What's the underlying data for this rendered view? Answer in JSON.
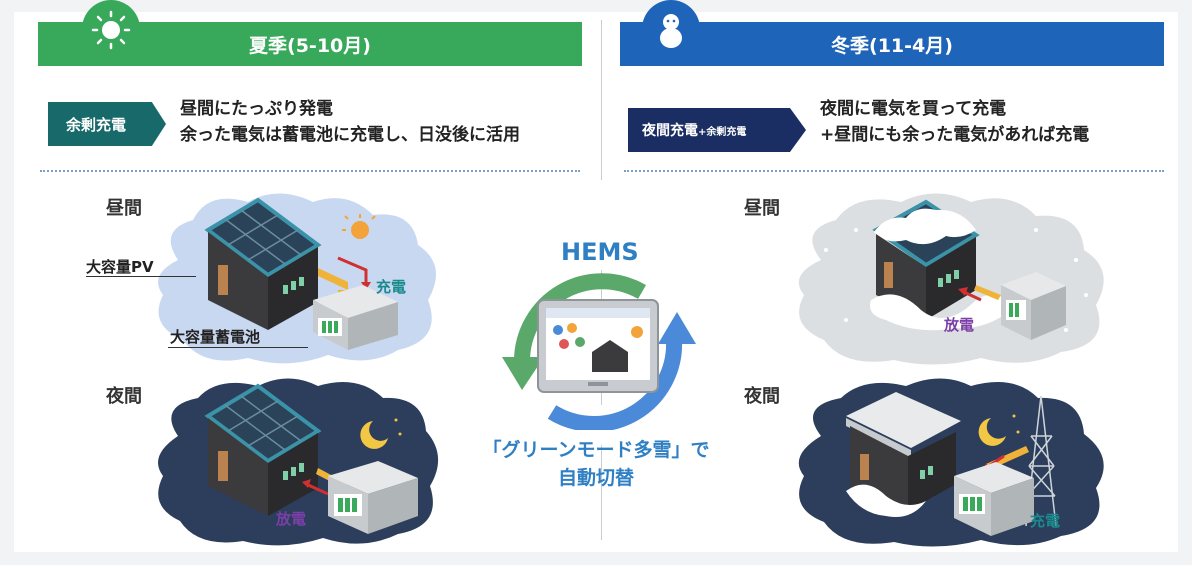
{
  "summer": {
    "title": "夏季(5-10月)",
    "icon": "sun-icon",
    "mode_badge": "余剰充電",
    "description_lines": [
      "昼間にたっぷり発電",
      "余った電気は蓄電池に充電し、日没後に活用"
    ],
    "day_label": "昼間",
    "night_label": "夜間",
    "pv_label": "大容量PV",
    "battery_label": "大容量蓄電池",
    "charge_label": "充電",
    "discharge_label": "放電"
  },
  "winter": {
    "title": "冬季(11-4月)",
    "icon": "snowman-icon",
    "mode_badge_main": "夜間充電",
    "mode_badge_sub": "+余剰充電",
    "description_lines": [
      "夜間に電気を買って充電",
      "+昼間にも余った電気があれば充電"
    ],
    "day_label": "昼間",
    "night_label": "夜間",
    "discharge_label": "放電",
    "charge_label": "充電"
  },
  "hems": {
    "title": "HEMS",
    "caption_lines": [
      "「グリーンモード多雪」で",
      "自動切替"
    ]
  },
  "colors": {
    "summer_green": "#38a85a",
    "winter_blue": "#1e64b8",
    "teal_badge": "#17696a",
    "navy_badge": "#1b2e63",
    "hems_blue": "#2f7fc4"
  }
}
